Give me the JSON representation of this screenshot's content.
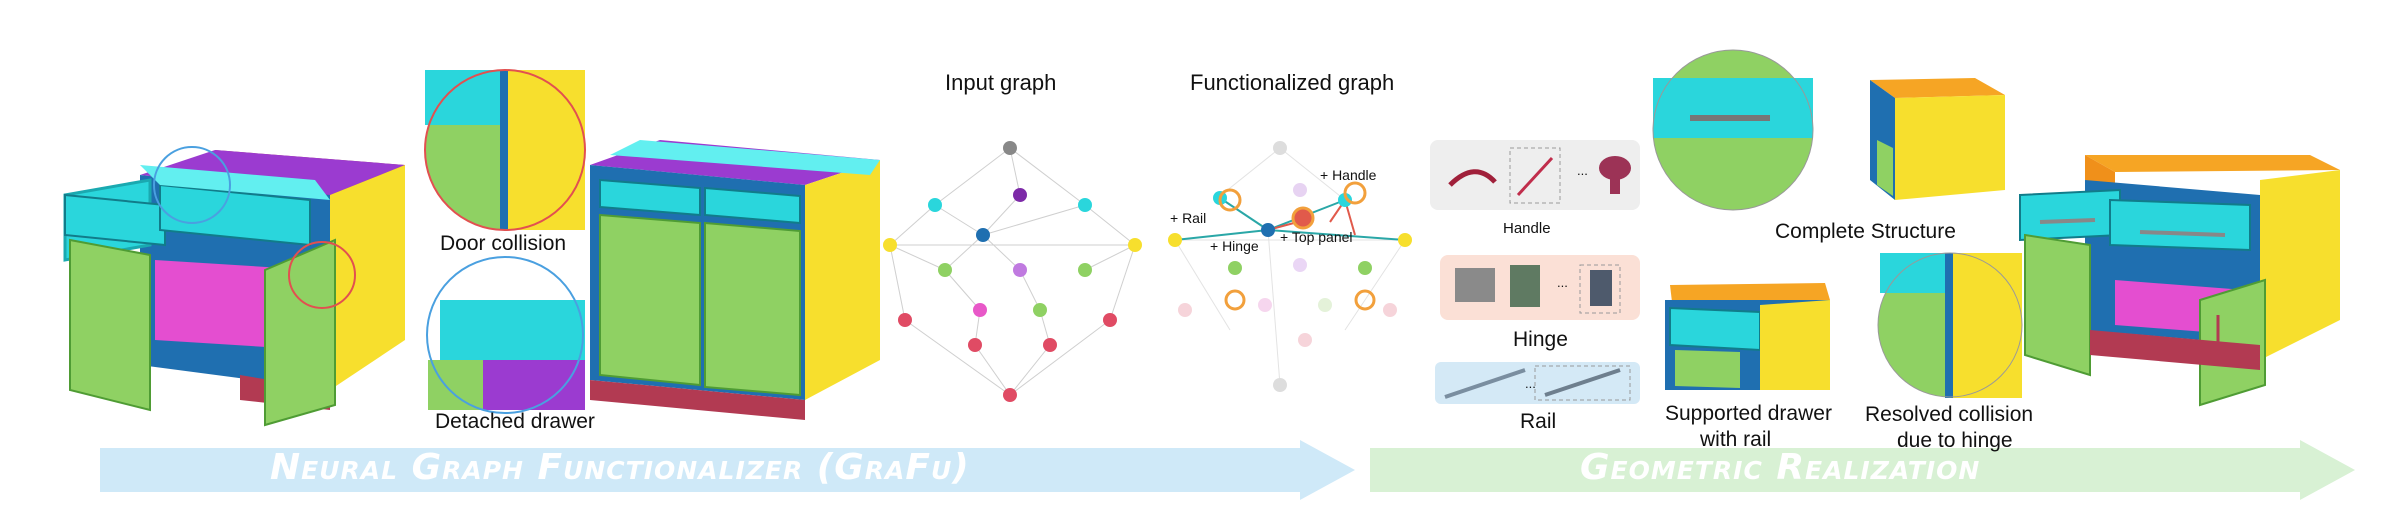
{
  "banners": {
    "left": "Neural Graph Functionalizer (GraFu)",
    "right": "Geometric Realization"
  },
  "captions": {
    "door_collision": "Door  collision",
    "detached_drawer": "Detached drawer",
    "input_graph": "Input graph",
    "functionalized_graph": "Functionalized graph",
    "handle": "Handle",
    "hinge": "Hinge",
    "rail": "Rail",
    "complete_structure": "Complete Structure",
    "supported_drawer": "Supported drawer",
    "with_rail": "with rail",
    "resolved_collision": "Resolved collision",
    "due_to_hinge": "due to hinge",
    "ellipsis": "..."
  },
  "graph_annotations": {
    "rail": "+ Rail",
    "hinge": "+ Hinge",
    "top_panel": "+ Top panel",
    "handle": "+ Handle"
  },
  "colors": {
    "banner_left": "#cfe9f8",
    "banner_right": "#d8f1d4",
    "drawer_cyan": "#2ad6dc",
    "door_green": "#8fd163",
    "panel_yellow": "#f7df2d",
    "panel_purple": "#9b3bd0",
    "frame_blue": "#1f6fb0",
    "base_red": "#b23a52",
    "top_orange": "#f6a524",
    "handle_panel": "#eeeeee",
    "hinge_panel": "#fbe0d6",
    "rail_panel": "#d4e9f6"
  }
}
